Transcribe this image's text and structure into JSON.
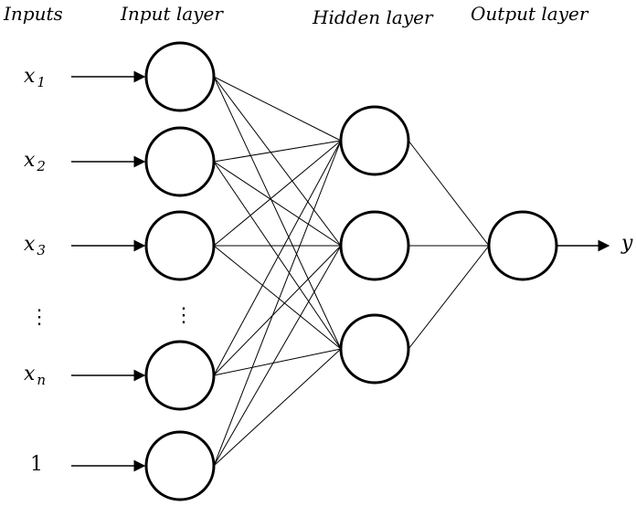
{
  "headers": {
    "inputs": "Inputs",
    "input_layer": "Input layer",
    "hidden_layer": "Hidden layer",
    "output_layer": "Output layer"
  },
  "inputs": [
    {
      "base": "x",
      "sub": "1"
    },
    {
      "base": "x",
      "sub": "2"
    },
    {
      "base": "x",
      "sub": "3"
    },
    {
      "base": "⋮",
      "sub": ""
    },
    {
      "base": "x",
      "sub": "n"
    },
    {
      "base": "1",
      "sub": ""
    }
  ],
  "ellipsis": "⋮",
  "output_label": "y",
  "colors": {
    "stroke": "#000000",
    "background": "#ffffff"
  }
}
